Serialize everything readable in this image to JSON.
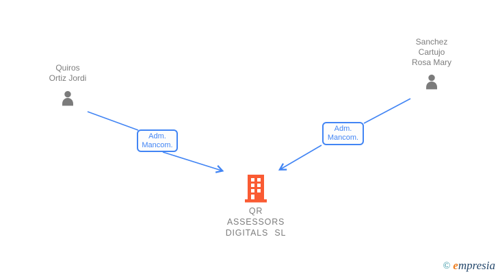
{
  "theme": {
    "background": "#ffffff",
    "accent_blue": "#4285f4",
    "node_gray": "#7b7b7b",
    "text_gray": "#7d7d7d",
    "company_orange": "#fa5b33",
    "brand_teal": "#2a8f9e",
    "brand_orange": "#ee7d1f",
    "brand_navy": "#24476b"
  },
  "diagram": {
    "persons": [
      {
        "name_lines": [
          "Quiros",
          "Ortiz Jordi"
        ]
      },
      {
        "name_lines": [
          "Sanchez",
          "Cartujo",
          "Rosa Mary"
        ]
      }
    ],
    "edges": [
      {
        "label_lines": [
          "Adm.",
          "Mancom."
        ]
      },
      {
        "label_lines": [
          "Adm.",
          "Mancom."
        ]
      }
    ],
    "company": {
      "name_lines": [
        "QR",
        "ASSESSORS",
        "DIGITALS SL"
      ]
    }
  },
  "watermark": {
    "copyright_symbol": "©",
    "brand_lead": "e",
    "brand_rest": "mpresia"
  }
}
